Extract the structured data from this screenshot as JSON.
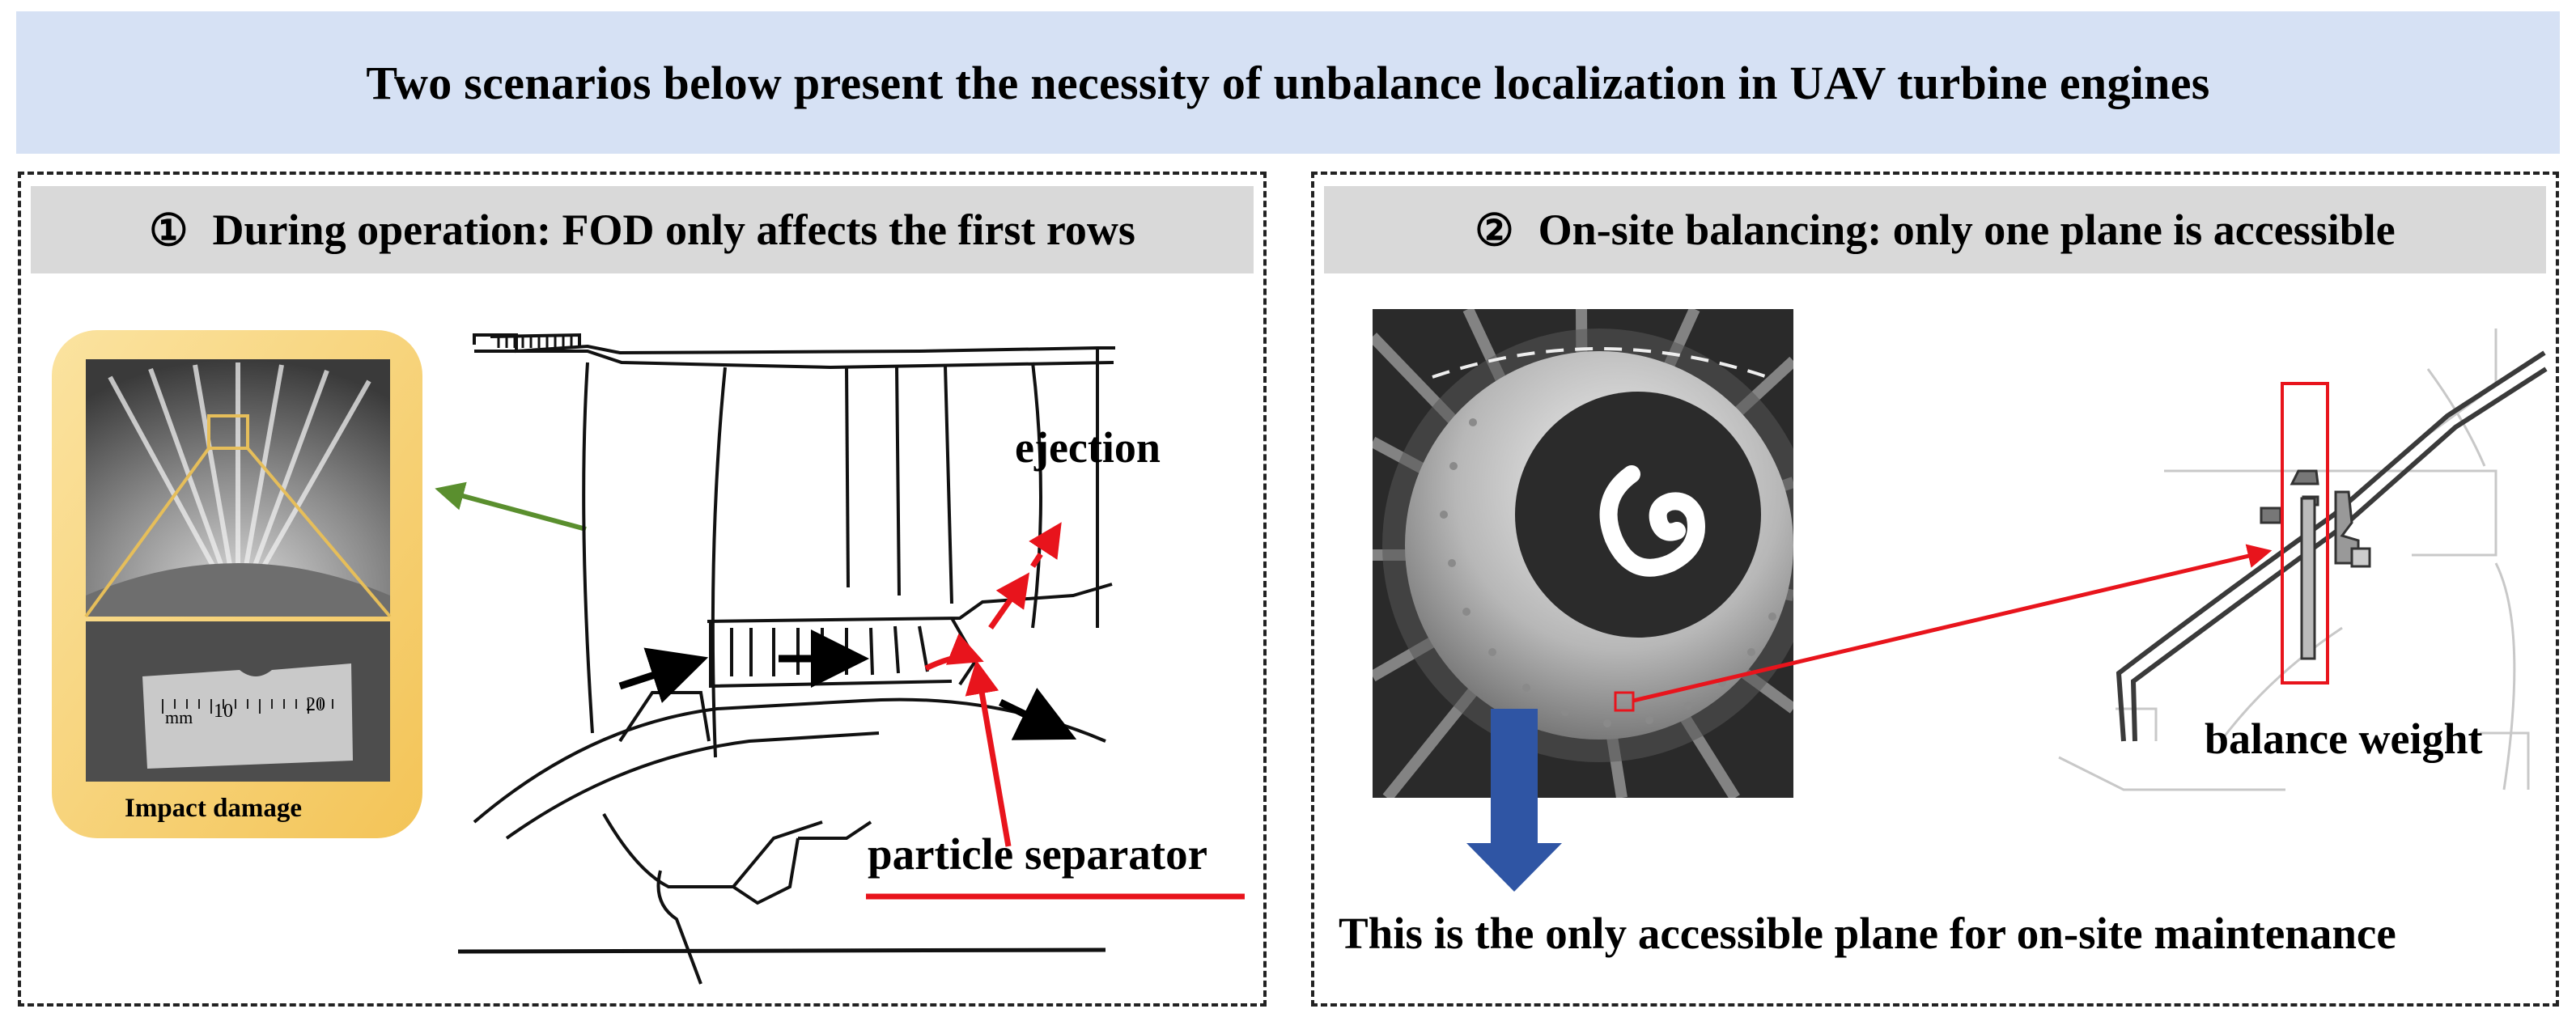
{
  "title": "Two scenarios below present the necessity of unbalance localization in UAV turbine engines",
  "left_panel": {
    "number": "①",
    "heading": "During operation: FOD only affects the first rows",
    "inset_caption": "Impact damage",
    "ruler_unit": "mm",
    "ruler_ticks": [
      "10",
      "20"
    ],
    "ejection_label": "ejection",
    "separator_label": "particle separator"
  },
  "right_panel": {
    "number": "②",
    "heading": "On-site balancing: only one plane is accessible",
    "balance_weight_label": "balance weight",
    "plane_caption": "This is the only accessible plane for on-site maintenance"
  },
  "colors": {
    "banner": "#d6e1f4",
    "header": "#d9d9d9",
    "red": "#e8141c",
    "green": "#5a8f2e",
    "blue": "#2f55a4",
    "inset_frame": "#f5cf6b"
  }
}
